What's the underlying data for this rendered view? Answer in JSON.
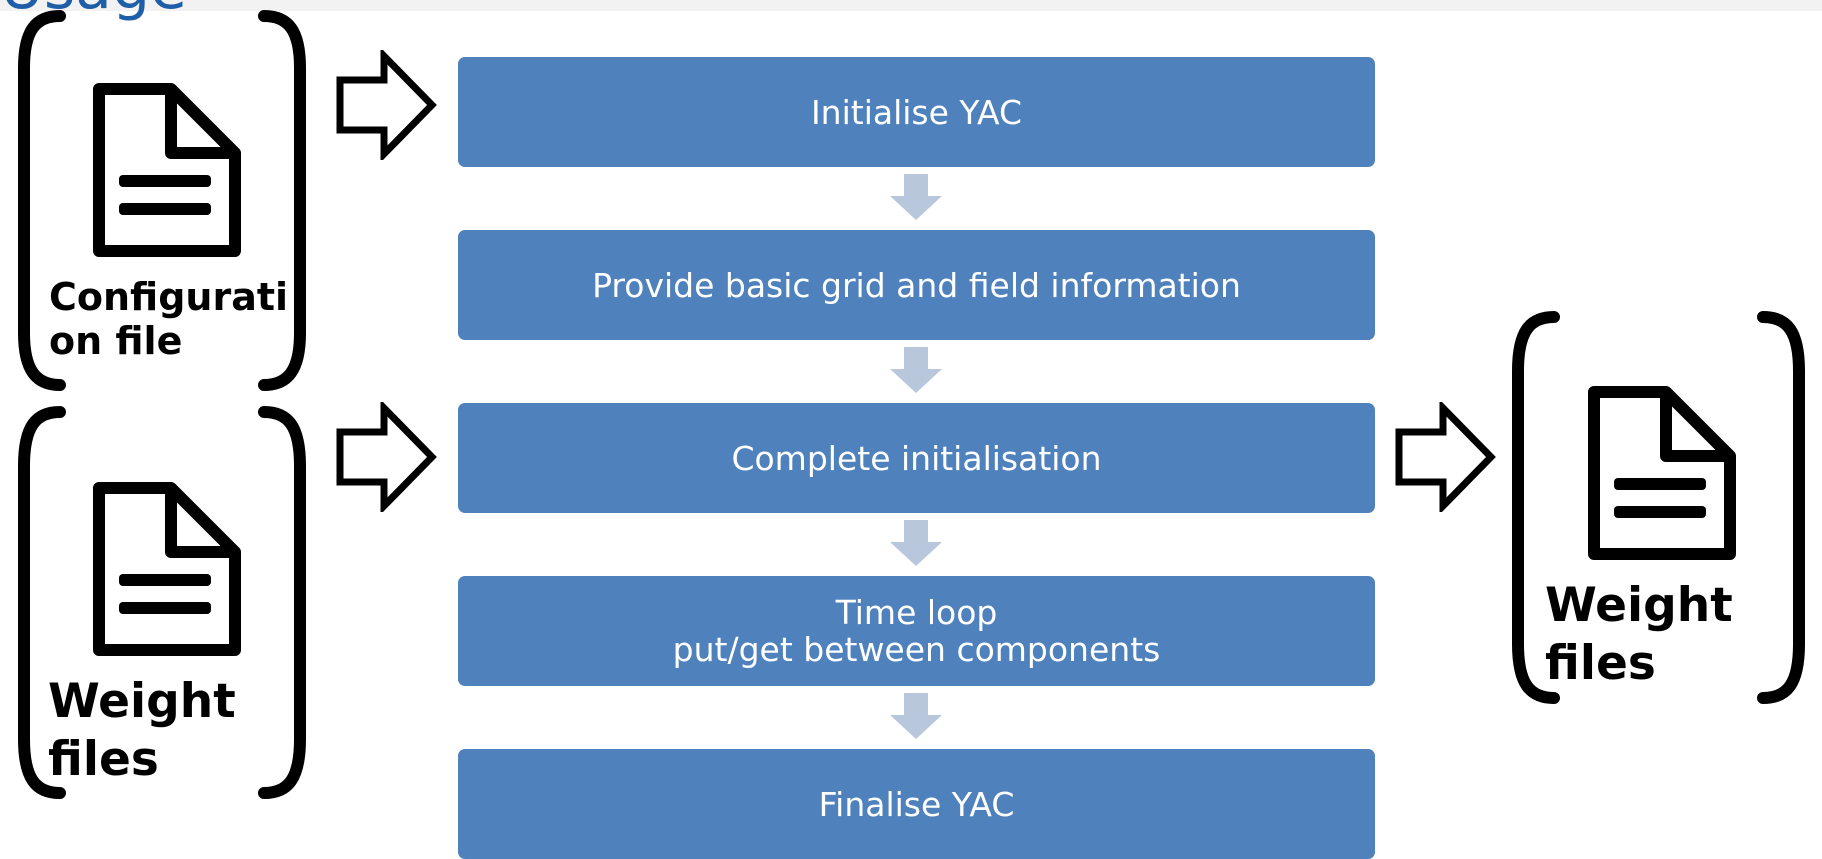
{
  "slide": {
    "title": "Usage"
  },
  "flow": {
    "steps": [
      {
        "lines": [
          "Initialise YAC"
        ]
      },
      {
        "lines": [
          "Provide basic grid and field information"
        ]
      },
      {
        "lines": [
          "Complete initialisation"
        ]
      },
      {
        "lines": [
          "Time loop",
          "put/get between components"
        ]
      },
      {
        "lines": [
          "Finalise YAC"
        ]
      }
    ]
  },
  "inputs": {
    "config_file": {
      "label_lines": [
        "Configurati",
        "on file"
      ],
      "icon": "document-icon"
    },
    "weight_files_in": {
      "label_lines": [
        "Weight",
        "files"
      ],
      "icon": "document-icon"
    }
  },
  "outputs": {
    "weight_files_out": {
      "label_lines": [
        "Weight",
        "files"
      ],
      "icon": "document-icon"
    }
  },
  "colors": {
    "step_fill": "#4f81bd",
    "connector_arrow": "#b8c7dc",
    "title": "#1f5fa8",
    "outline": "#000000"
  }
}
